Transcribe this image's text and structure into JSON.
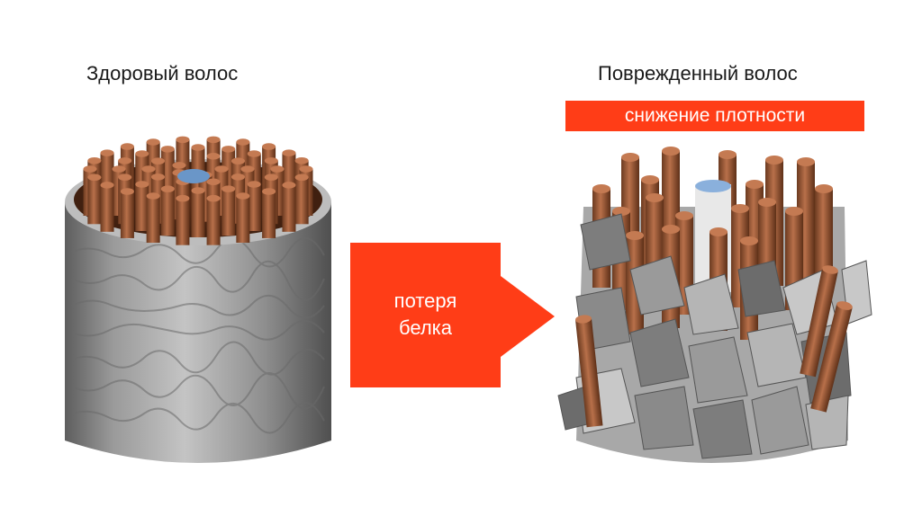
{
  "left_panel": {
    "title": "Здоровый волос"
  },
  "right_panel": {
    "title": "Поврежденный волос",
    "badge": "снижение плотности"
  },
  "arrow": {
    "line1": "потеря",
    "line2": "белка"
  },
  "colors": {
    "accent": "#ff3d17",
    "fiber": "#9a5532",
    "cuticle": "#8c8c8c",
    "medulla": "#6a96c8"
  }
}
